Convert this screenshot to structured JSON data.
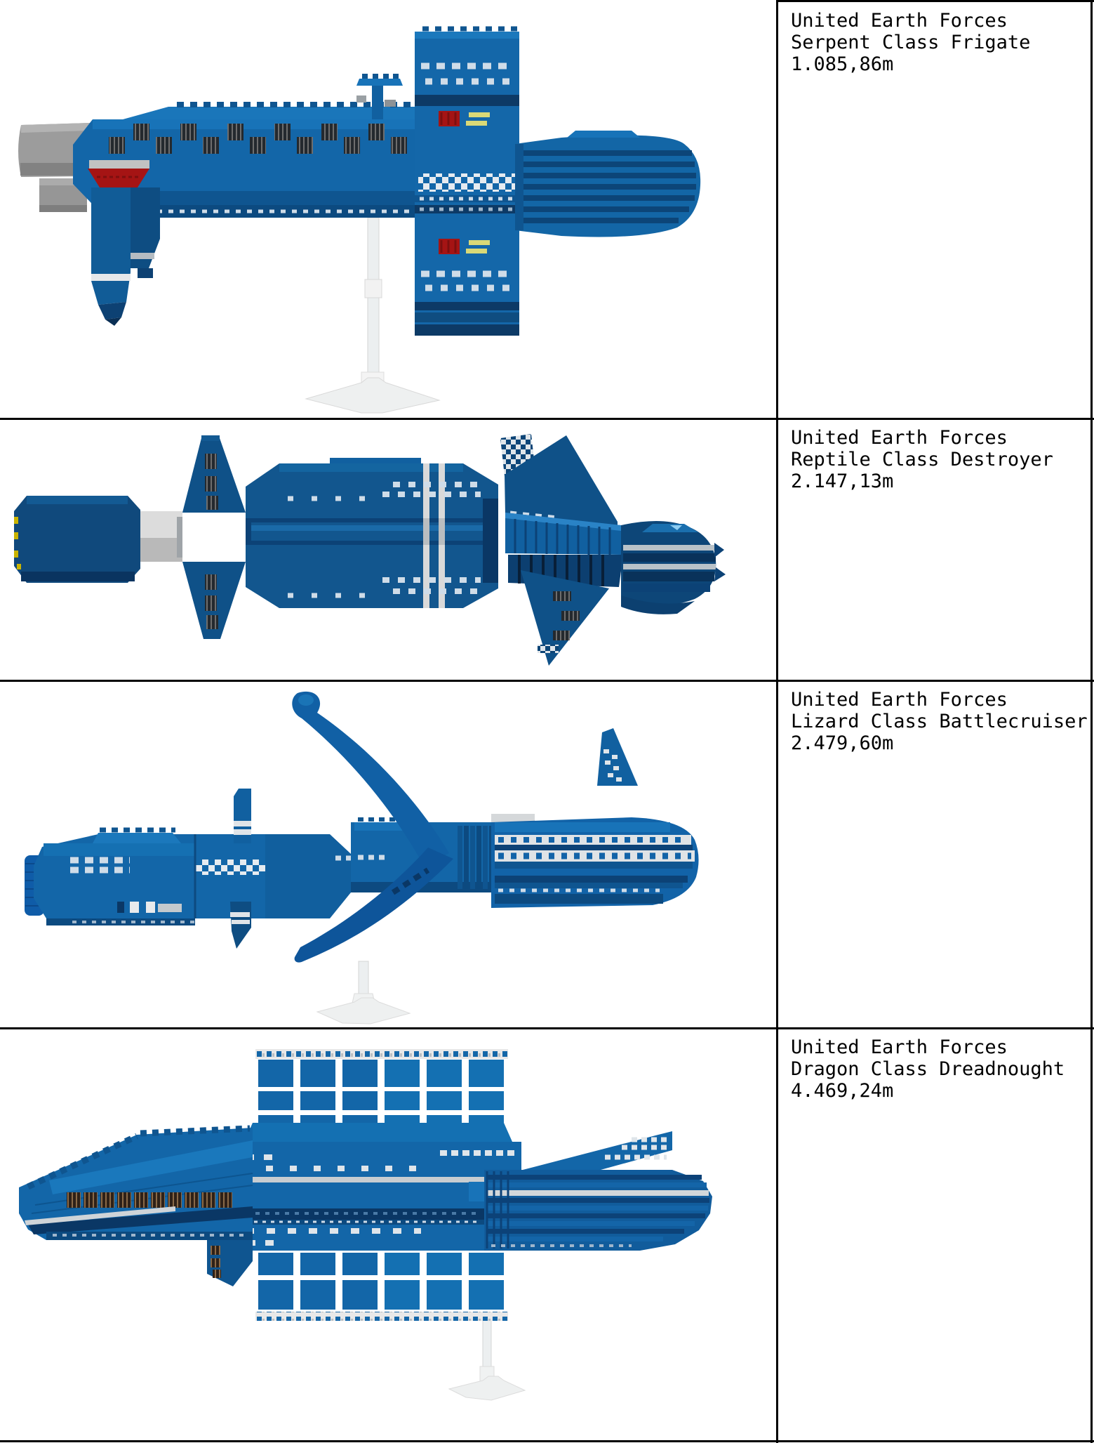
{
  "sheet": {
    "background": "#ffffff",
    "grid_line_color": "#000000",
    "text_color": "#000000"
  },
  "panels": [
    {
      "id": "serpent",
      "org": "United Earth Forces",
      "ship_class": "Serpent Class Frigate",
      "length": "1.085,86m",
      "render": "lego-style side view of a blue Serpent Class Frigate on a white display stand"
    },
    {
      "id": "reptile",
      "org": "United Earth Forces",
      "ship_class": "Reptile Class Destroyer",
      "length": "2.147,13m",
      "render": "lego-style side view of a blue Reptile Class Destroyer with dorsal and ventral fins"
    },
    {
      "id": "lizard",
      "org": "United Earth Forces",
      "ship_class": "Lizard Class Battlecruiser",
      "length": "2.479,60m",
      "render": "lego-style side view of a blue Lizard Class Battlecruiser with curved claw arms on a white display stand"
    },
    {
      "id": "dragon",
      "org": "United Earth Forces",
      "ship_class": "Dragon Class Dreadnought",
      "length": "4.469,24m",
      "render": "lego-style side view of a blue Dragon Class Dreadnought with panel arrays on a white display stand"
    }
  ],
  "colors": {
    "hull_blue": "#1366a8",
    "hull_blue_light": "#1b78bc",
    "hull_blue_dark": "#0f5590",
    "navy": "#0d3a66",
    "deep_navy": "#0a3765",
    "accent_red": "#a51414",
    "accent_yellow": "#d9d977",
    "accent_yellow_dark": "#c9b400",
    "stand_white": "#eef0f0",
    "detail_white": "#dfe5ea",
    "gray": "#9c9c9c"
  }
}
